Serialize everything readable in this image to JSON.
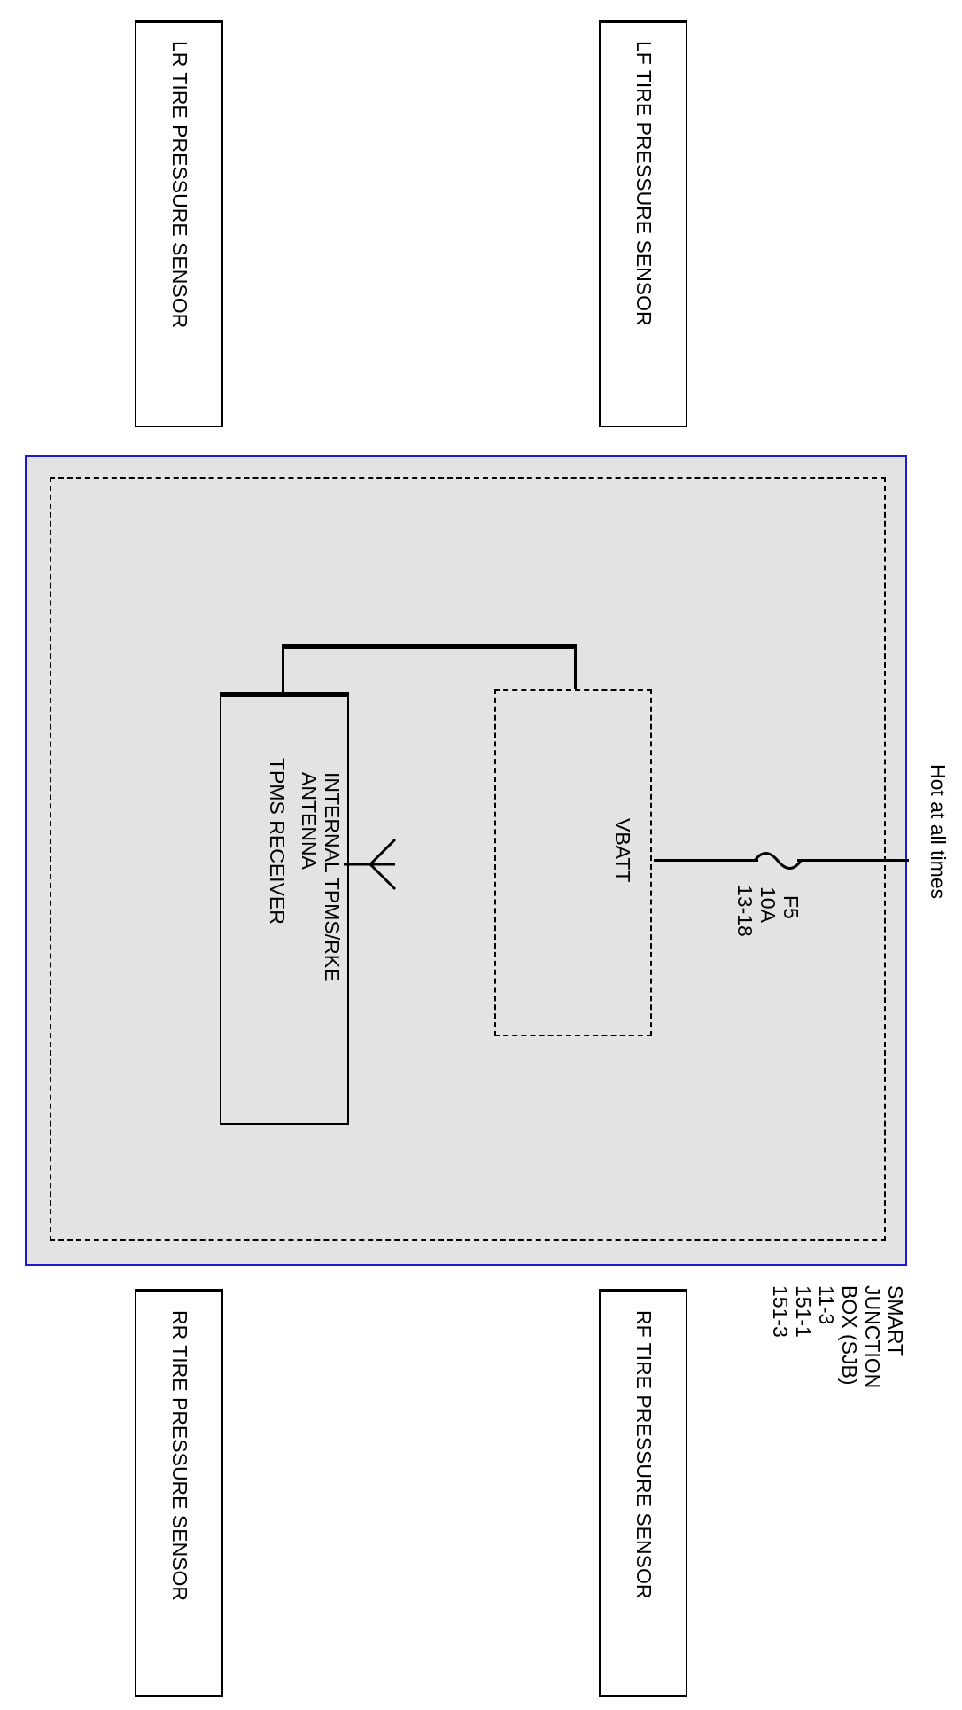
{
  "sensors": {
    "lr": "LR TIRE PRESSURE SENSOR",
    "lf": "LF TIRE PRESSURE SENSOR",
    "rr": "RR TIRE PRESSURE SENSOR",
    "rf": "RF TIRE PRESSURE SENSOR"
  },
  "power": {
    "source": "Hot at all times",
    "fuse_name": "F5",
    "fuse_rating": "10A",
    "fuse_ref": "13-18"
  },
  "sjb": {
    "line1": "SMART",
    "line2": "JUNCTION",
    "line3": "BOX (SJB)",
    "line4": "11-3",
    "line5": "151-1",
    "line6": "151-3"
  },
  "vbatt": "VBATT",
  "antenna": {
    "line1": "INTERNAL TPMS/RKE",
    "line2": "ANTENNA"
  },
  "receiver": "TPMS RECEIVER",
  "colors": {
    "module_fill": "#e3e3e3",
    "module_border": "#1c1ccf"
  }
}
